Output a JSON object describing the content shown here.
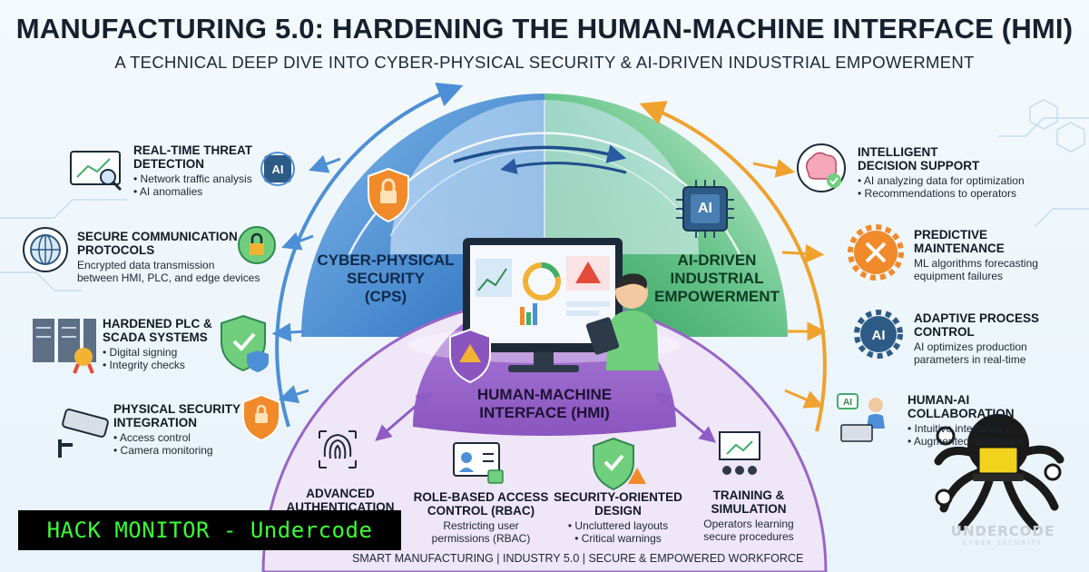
{
  "header": {
    "title": "MANUFACTURING 5.0: HARDENING THE HUMAN-MACHINE INTERFACE (HMI)",
    "subtitle": "A TECHNICAL DEEP DIVE INTO CYBER-PHYSICAL SECURITY & AI-DRIVEN INDUSTRIAL EMPOWERMENT"
  },
  "domes": {
    "cps": [
      "CYBER-PHYSICAL",
      "SECURITY",
      "(CPS)"
    ],
    "ai": [
      "AI-DRIVEN",
      "INDUSTRIAL",
      "EMPOWERMENT"
    ],
    "hmi": [
      "HUMAN-MACHINE",
      "INTERFACE (HMI)"
    ],
    "ai_chip": "AI"
  },
  "left_items": [
    {
      "title": [
        "REAL-TIME THREAT",
        "DETECTION"
      ],
      "bullets": [
        "Network traffic analysis",
        "AI anomalies"
      ],
      "icon": "analytics-search-icon"
    },
    {
      "title": [
        "SECURE COMMUNICATION",
        "PROTOCOLS"
      ],
      "desc": [
        "Encrypted data transmission",
        "between HMI, PLC, and edge devices"
      ],
      "icon": "globe-network-icon"
    },
    {
      "title": [
        "HARDENED PLC &",
        "SCADA SYSTEMS"
      ],
      "bullets": [
        "Digital signing",
        "Integrity checks"
      ],
      "icon": "server-rack-icon"
    },
    {
      "title": [
        "PHYSICAL SECURITY",
        "INTEGRATION"
      ],
      "bullets": [
        "Access control",
        "Camera monitoring"
      ],
      "icon": "security-camera-icon"
    }
  ],
  "right_items": [
    {
      "title": [
        "INTELLIGENT",
        "DECISION SUPPORT"
      ],
      "bullets": [
        "AI analyzing data for optimization",
        "Recommendations to operators"
      ],
      "icon": "brain-icon"
    },
    {
      "title": [
        "PREDICTIVE",
        "MAINTENANCE"
      ],
      "desc": [
        "ML algorithms forecasting",
        "equipment failures"
      ],
      "icon": "gear-tools-icon"
    },
    {
      "title": [
        "ADAPTIVE PROCESS",
        "CONTROL"
      ],
      "desc": [
        "AI optimizes production",
        "parameters in real-time"
      ],
      "icon": "ai-gear-icon"
    },
    {
      "title": [
        "HUMAN-AI",
        "COLLABORATION"
      ],
      "bullets": [
        "Intuitive interfaces",
        "Augmented assistance"
      ],
      "icon": "operator-laptop-icon"
    }
  ],
  "bottom_items": [
    {
      "title": [
        "ADVANCED",
        "AUTHENTICATION"
      ],
      "icon": "fingerprint-icon"
    },
    {
      "title": [
        "ROLE-BASED ACCESS",
        "CONTROL (RBAC)"
      ],
      "desc": [
        "Restricting user",
        "permissions (RBAC)"
      ],
      "icon": "user-lock-icon"
    },
    {
      "title": [
        "SECURITY-ORIENTED",
        "DESIGN"
      ],
      "bullets": [
        "Uncluttered layouts",
        "Critical warnings"
      ],
      "icon": "shield-check-icon"
    },
    {
      "title": [
        "TRAINING &",
        "SIMULATION"
      ],
      "desc": [
        "Operators learning",
        "secure procedures"
      ],
      "icon": "presentation-icon"
    }
  ],
  "footer": "SMART MANUFACTURING | INDUSTRY 5.0 | SECURE & EMPOWERED WORKFORCE",
  "watermark": {
    "banner": "HACK MONITOR - Undercode",
    "logo": "UNDERCODE",
    "logo_sub": "CYBER SECURITY"
  },
  "colors": {
    "cps_blue": "#2f77c9",
    "ai_green": "#3fae6a",
    "hmi_purple": "#9a64c8",
    "arrow_left": "#4d8fd6",
    "arrow_right": "#f0a22e",
    "shield_orange": "#f08a2a",
    "banner_green": "#3bff36"
  }
}
